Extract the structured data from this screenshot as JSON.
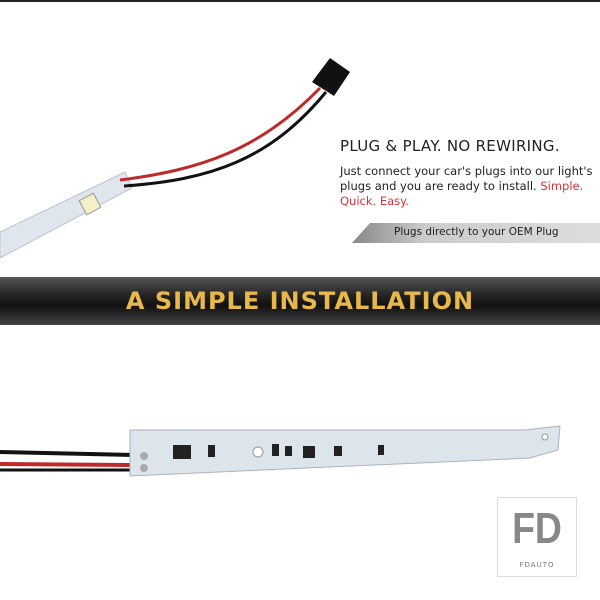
{
  "headline": "PLUG & PLAY. NO REWIRING.",
  "body_text": "Just connect your car's plugs into our light's plugs and you are ready to install.",
  "body_highlight": "Simple. Quick. Easy.",
  "plug_bar": "Plugs directly to your OEM Plug",
  "banner": "A SIMPLE INSTALLATION",
  "logo": {
    "mark": "FD",
    "name": "FDAUTO"
  },
  "colors": {
    "highlight": "#d8323a",
    "banner_text": "#e8b84a"
  }
}
